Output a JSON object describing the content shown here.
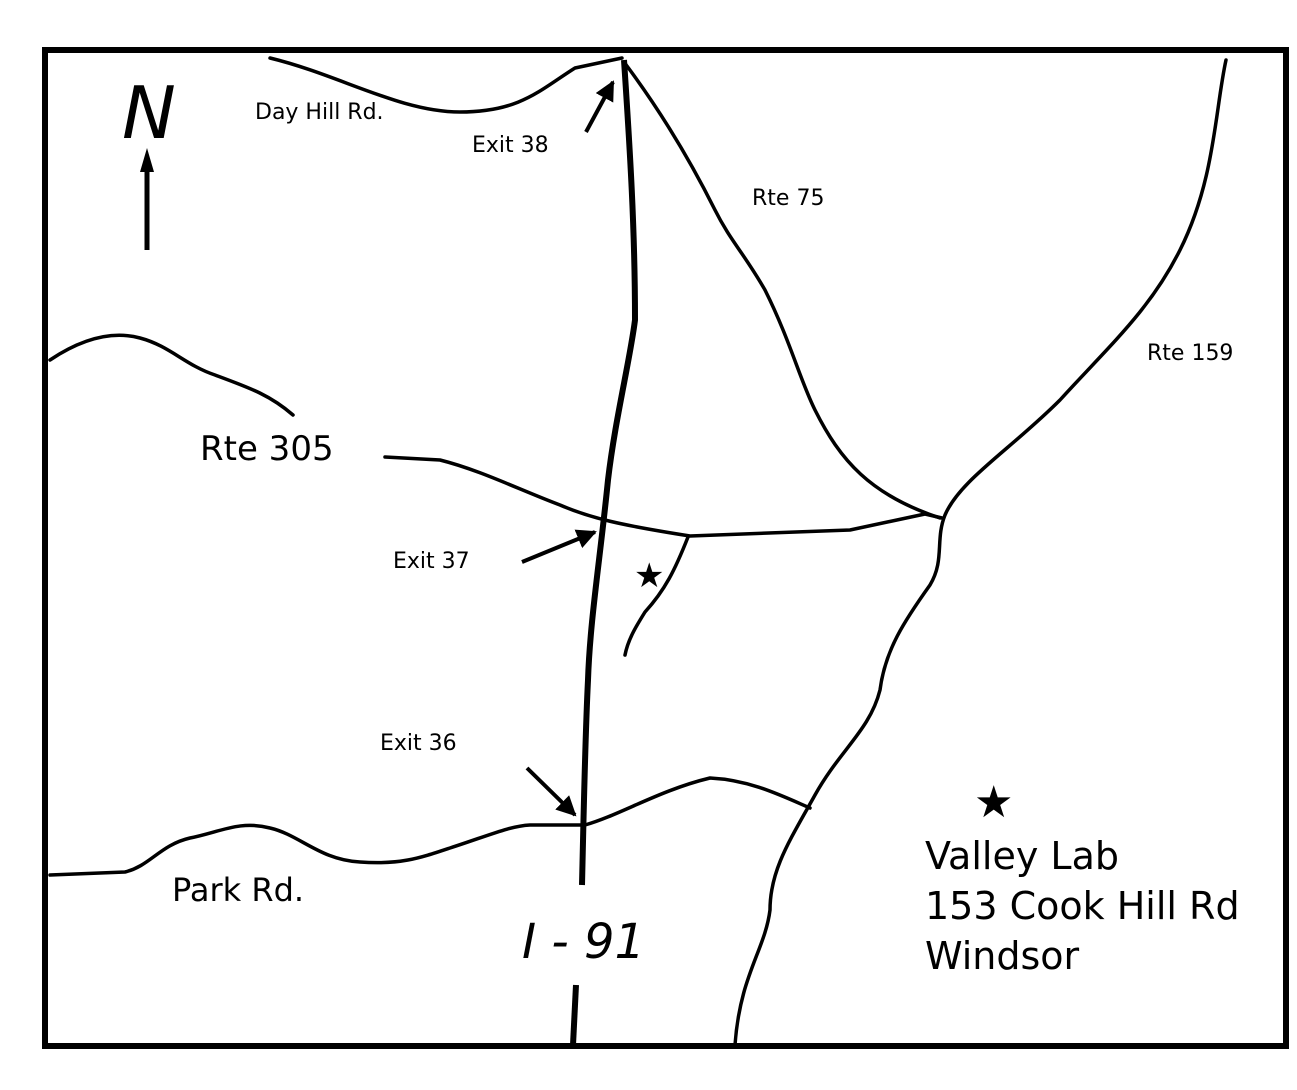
{
  "map": {
    "north_label": "N",
    "roads": {
      "day_hill": "Day Hill Rd.",
      "rte75": "Rte 75",
      "rte159": "Rte 159",
      "rte305": "Rte 305",
      "park": "Park Rd.",
      "i91": "I - 91"
    },
    "exits": {
      "exit38": "Exit 38",
      "exit37": "Exit 37",
      "exit36": "Exit 36"
    },
    "destination": {
      "name": "Valley Lab",
      "address": "153 Cook Hill Rd",
      "town": "Windsor"
    },
    "colors": {
      "ink": "#000000",
      "background": "#ffffff"
    }
  }
}
